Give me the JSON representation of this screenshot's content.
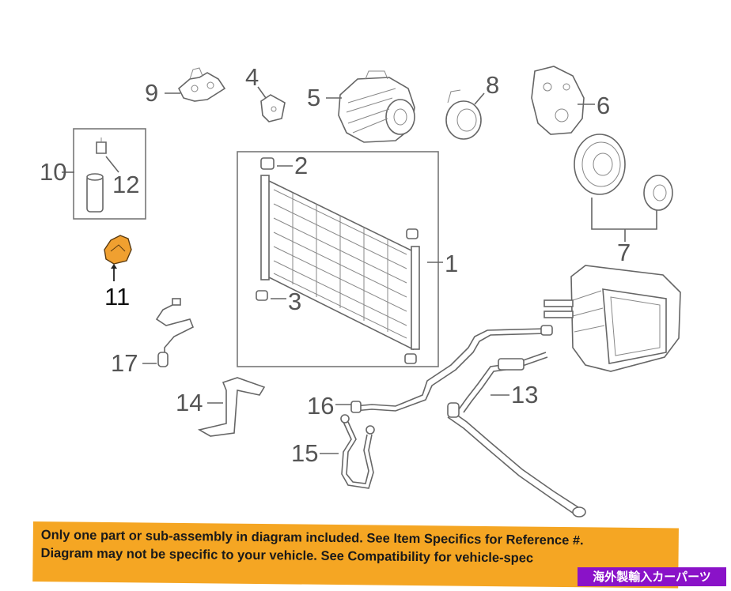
{
  "callouts": {
    "c1": "1",
    "c2": "2",
    "c3": "3",
    "c4": "4",
    "c5": "5",
    "c6": "6",
    "c7": "7",
    "c8": "8",
    "c9": "9",
    "c10": "10",
    "c11": "11",
    "c12": "12",
    "c13": "13",
    "c14": "14",
    "c15": "15",
    "c16": "16",
    "c17": "17"
  },
  "highlight_color": "#f0a030",
  "disclaimer": {
    "line1": "Only one part or sub-assembly in diagram included. See Item Specifics for Reference #.",
    "line2": "Diagram may not be specific to your vehicle. See Compatibility for vehicle-spec"
  },
  "watermark": "海外製輸入カーパーツ"
}
